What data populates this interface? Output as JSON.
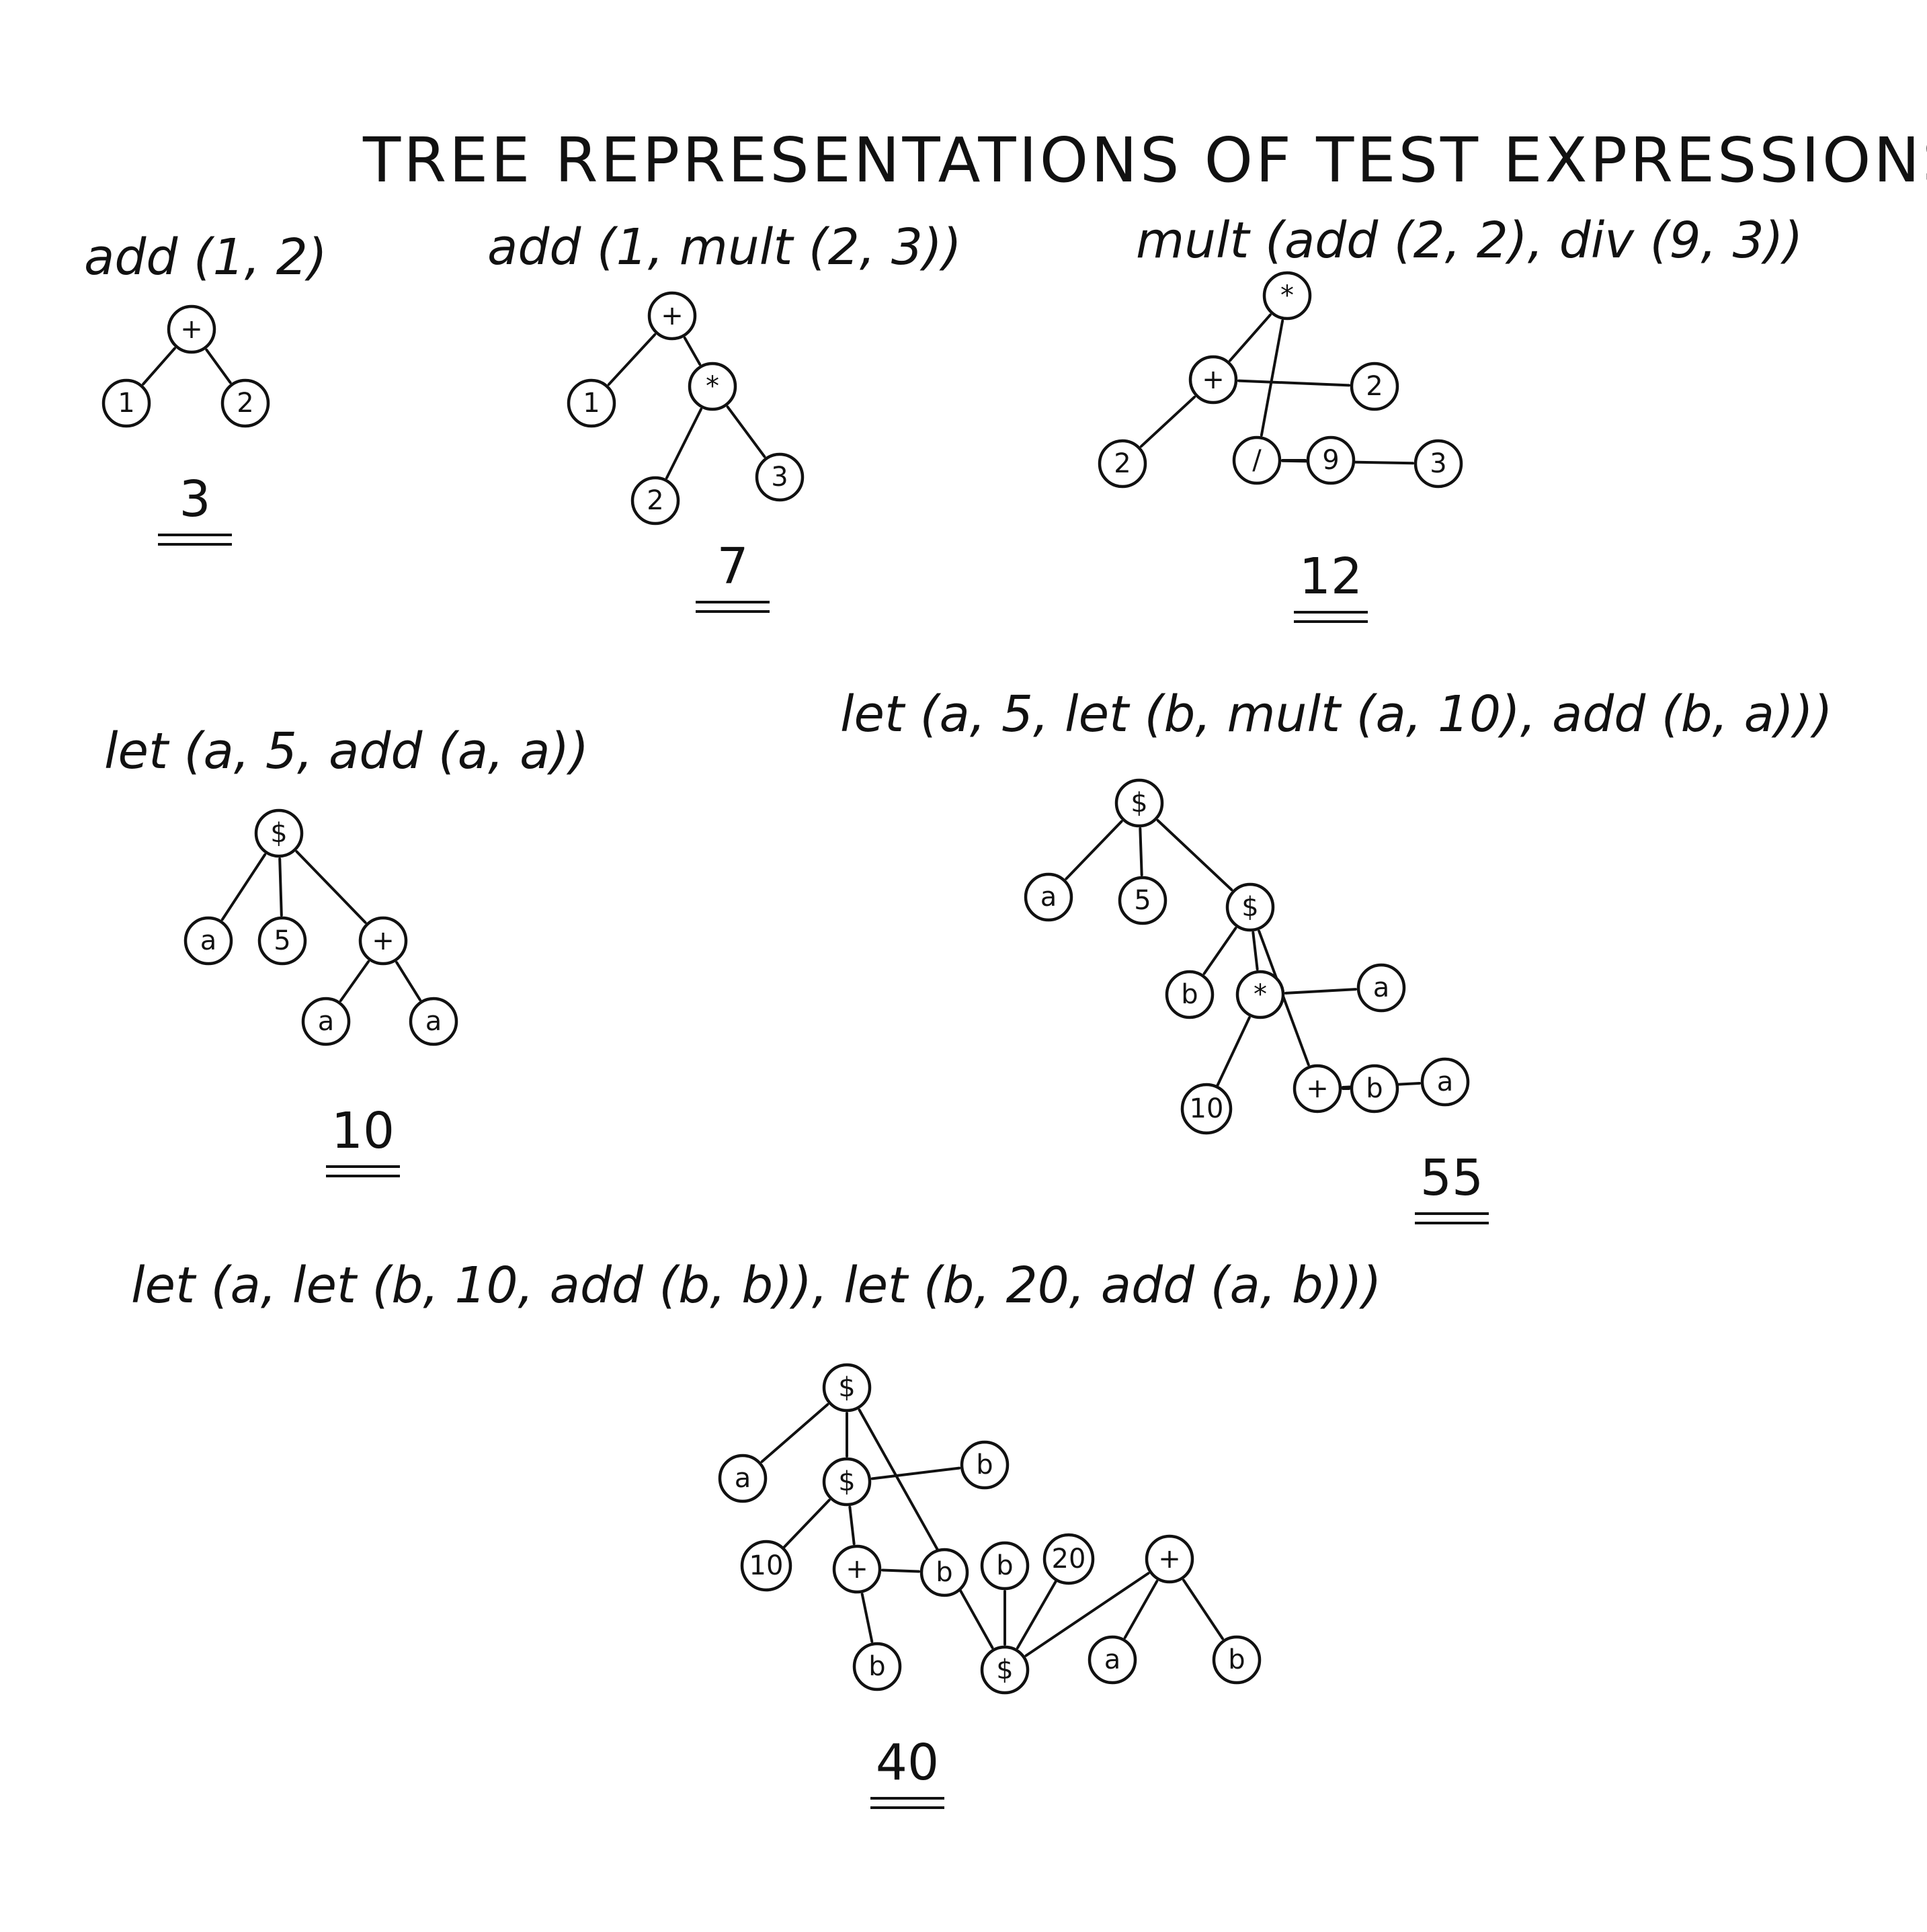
{
  "title": "TREE REPRESENTATIONS OF TEST EXPRESSIONS",
  "figures": [
    {
      "expression": "add (1, 2)",
      "result": "3",
      "tree": {
        "label": "+",
        "children": [
          {
            "label": "1"
          },
          {
            "label": "2"
          }
        ]
      }
    },
    {
      "expression": "add (1, mult (2, 3))",
      "result": "7",
      "tree": {
        "label": "+",
        "children": [
          {
            "label": "1"
          },
          {
            "label": "*",
            "children": [
              {
                "label": "2"
              },
              {
                "label": "3"
              }
            ]
          }
        ]
      }
    },
    {
      "expression": "mult (add (2, 2), div (9, 3))",
      "result": "12",
      "tree": {
        "label": "*",
        "children": [
          {
            "label": "+",
            "children": [
              {
                "label": "2"
              },
              {
                "label": "2"
              }
            ]
          },
          {
            "label": "/",
            "children": [
              {
                "label": "9"
              },
              {
                "label": "3"
              }
            ]
          }
        ]
      }
    },
    {
      "expression": "let (a, 5, add (a, a))",
      "result": "10",
      "tree": {
        "label": "$",
        "children": [
          {
            "label": "a"
          },
          {
            "label": "5"
          },
          {
            "label": "+",
            "children": [
              {
                "label": "a"
              },
              {
                "label": "a"
              }
            ]
          }
        ]
      }
    },
    {
      "expression": "let (a, 5, let (b, mult (a, 10), add (b, a)))",
      "result": "55",
      "tree": {
        "label": "$",
        "children": [
          {
            "label": "a"
          },
          {
            "label": "5"
          },
          {
            "label": "$",
            "children": [
              {
                "label": "b"
              },
              {
                "label": "*",
                "children": [
                  {
                    "label": "a"
                  },
                  {
                    "label": "10"
                  }
                ]
              },
              {
                "label": "+",
                "children": [
                  {
                    "label": "b"
                  },
                  {
                    "label": "a"
                  }
                ]
              }
            ]
          }
        ]
      }
    },
    {
      "expression": "let (a, let (b, 10, add (b, b)), let (b, 20, add (a, b)))",
      "result": "40",
      "tree": {
        "label": "$",
        "children": [
          {
            "label": "a"
          },
          {
            "label": "$",
            "children": [
              {
                "label": "b"
              },
              {
                "label": "10"
              },
              {
                "label": "+",
                "children": [
                  {
                    "label": "b"
                  },
                  {
                    "label": "b"
                  }
                ]
              }
            ]
          },
          {
            "label": "$",
            "children": [
              {
                "label": "b"
              },
              {
                "label": "20"
              },
              {
                "label": "+",
                "children": [
                  {
                    "label": "a"
                  },
                  {
                    "label": "b"
                  }
                ]
              }
            ]
          }
        ]
      }
    }
  ]
}
